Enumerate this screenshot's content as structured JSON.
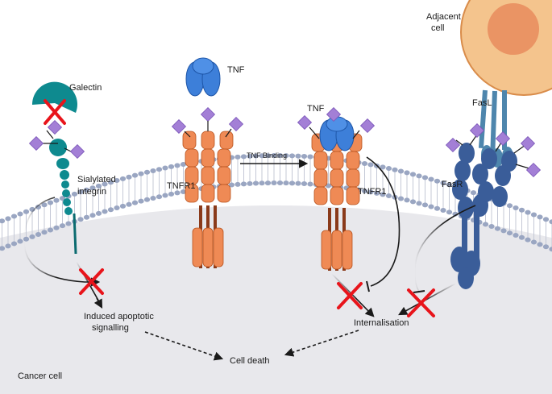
{
  "labels": {
    "adjacent_cell": [
      "Adjacent",
      "cell"
    ],
    "galectin": "Galectin",
    "tnf_free": "TNF",
    "tnf_bound": "TNF",
    "fasl": "FasL",
    "fasr": "FasR",
    "tnf_binding": "TNF Binding",
    "tnfr1_left": "TNFR1",
    "tnfr1_right": "TNFR1",
    "sialylated_integrin": [
      "Sialylated",
      "integrin"
    ],
    "induced_apoptotic_signalling": [
      "Induced apoptotic",
      "signalling"
    ],
    "internalisation": "Internalisation",
    "cell_death": "Cell death",
    "cancer_cell": "Cancer cell"
  },
  "colors": {
    "teal": "#0e8a8f",
    "teal_dark": "#0b6b70",
    "receptor_orange": "#ef8a55",
    "receptor_stroke": "#b8531f",
    "stalk_brown": "#8a3a1a",
    "tnf_blue": "#3d7fd9",
    "fas_navy": "#3a5d99",
    "fasl_steel": "#4e86ad",
    "sugar_purple": "#a37fd6",
    "cell_fill": "#e8e8ec",
    "adjacent_cell_outer": "#f4c48d",
    "adjacent_cell_nucleus": "#ea9464",
    "inhibit_red": "#e8141b"
  }
}
